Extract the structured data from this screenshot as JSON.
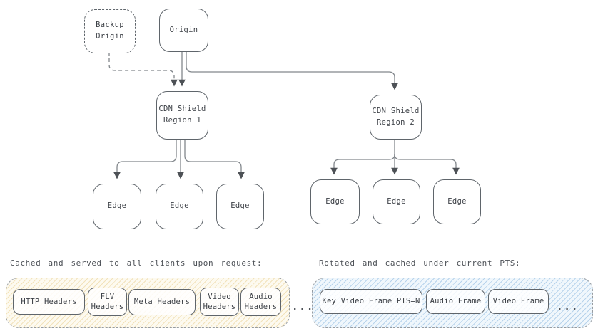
{
  "diagram": {
    "nodes": {
      "backup_origin": "Backup\nOrigin",
      "origin": "Origin",
      "shield1": "CDN Shield\nRegion 1",
      "shield2": "CDN Shield\nRegion 2",
      "edges": [
        "Edge",
        "Edge",
        "Edge",
        "Edge",
        "Edge",
        "Edge"
      ]
    }
  },
  "cache_section": {
    "title": "Cached and served to all clients upon request:",
    "items": [
      "HTTP Headers",
      "FLV\nHeaders",
      "Meta Headers",
      "Video\nHeaders",
      "Audio\nHeaders"
    ],
    "ellipsis": "..."
  },
  "pts_section": {
    "title": "Rotated and cached under current PTS:",
    "items": [
      "Key Video Frame PTS=N",
      "Audio Frame",
      "Video Frame"
    ],
    "ellipsis": "..."
  },
  "colors": {
    "stroke": "#82878c",
    "arrowhead": "#4d5156",
    "node_border": "#5f656b",
    "text": "#3d4147",
    "cache_fill": "#fdfaf0",
    "cache_hatch": "#e4c678",
    "pts_fill": "#f0f7fc",
    "pts_hatch": "#7dafda",
    "group_border": "#979ca1"
  }
}
